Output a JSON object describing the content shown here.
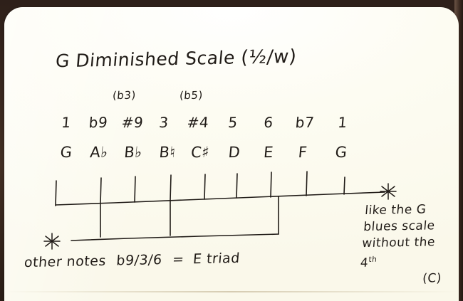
{
  "page": {
    "medium": "handwritten-note-on-cream-paper",
    "paper_color": "#fdfcf2",
    "ink_color": "#201b17",
    "background_color": "#3a2a20"
  },
  "title": {
    "root": "G",
    "text": "G Diminished Scale",
    "qualifier": "(½/w)",
    "full": "G Diminished Scale (½/w)"
  },
  "annotations_above": [
    {
      "label": "(b3)",
      "over_degree": "#9"
    },
    {
      "label": "(b5)",
      "over_degree": "#4"
    }
  ],
  "scale": {
    "degrees": [
      "1",
      "b9",
      "#9",
      "3",
      "#4",
      "5",
      "6",
      "b7",
      "1"
    ],
    "degree_roots": [
      "1",
      "9",
      "9",
      "3",
      "4",
      "5",
      "6",
      "7",
      "1"
    ],
    "degree_accidentals": [
      "",
      "b",
      "#",
      "",
      "#",
      "",
      "",
      "b",
      ""
    ],
    "notes": [
      "G",
      "A",
      "B",
      "B",
      "C",
      "D",
      "E",
      "F",
      "G"
    ],
    "note_accidentals": [
      "",
      "♭",
      "♭",
      "♮",
      "♯",
      "",
      "",
      "",
      ""
    ],
    "notes_full": [
      "G",
      "A♭",
      "B♭",
      "B♮",
      "C♯",
      "D",
      "E",
      "F",
      "G"
    ]
  },
  "diagram": {
    "tick_count": 9,
    "highlighted_ticks": [
      1,
      3,
      6
    ],
    "highlight_meaning": "E triad (b9 / 3 / 6)",
    "asterisk_right": "*",
    "asterisk_left": "*"
  },
  "bottom_note": {
    "lead": "other notes",
    "formula": "b9/3/6",
    "equals": "=",
    "result": "E triad",
    "full": "other notes b9/3/6 = E triad"
  },
  "right_note": {
    "line1": "like the G",
    "line2": "blues scale",
    "line3_prefix": "without the 4",
    "line3_ordinal": "th",
    "line4": "(C)",
    "full": "like the G blues scale without the 4th (C)"
  }
}
